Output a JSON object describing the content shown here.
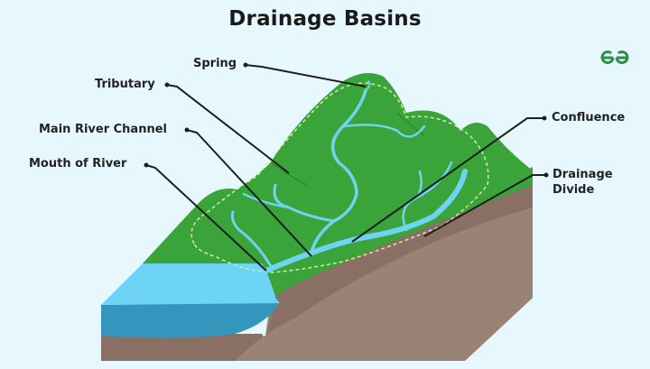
{
  "title": "Drainage Basins",
  "logo": {
    "icon": "geeksforgeeks-logo-icon",
    "color": "#2f8d46"
  },
  "labels": {
    "spring": "Spring",
    "tributary": "Tributary",
    "main_river_channel": "Main River Channel",
    "mouth_of_river": "Mouth of River",
    "confluence": "Confluence",
    "drainage_divide_line1": "Drainage",
    "drainage_divide_line2": "Divide"
  },
  "colors": {
    "background": "#e6f8fe",
    "land_green": "#3aa33a",
    "divide_dashed": "#c8f0a0",
    "river": "#6fd3f2",
    "water_top": "#6ed4f7",
    "water_side": "#3596bd",
    "soil_dark": "#8a7064",
    "soil_light": "#9a8375",
    "leader_line": "#1e1e1e"
  }
}
